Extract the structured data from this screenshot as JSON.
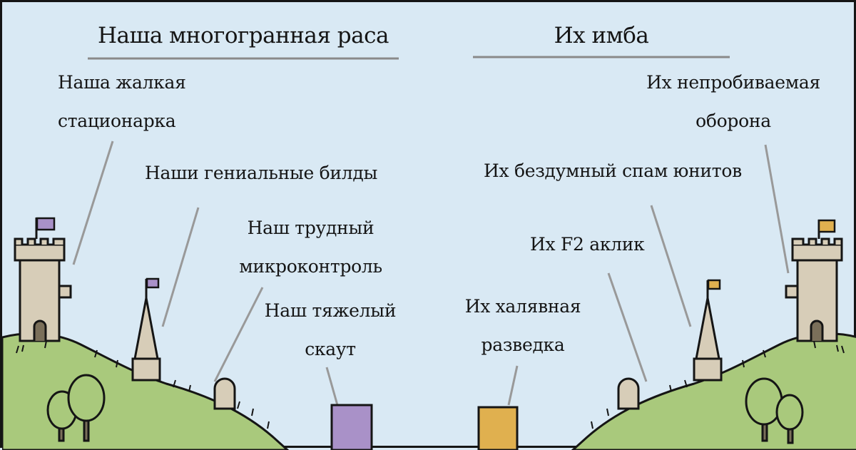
{
  "headings": {
    "left": "Наша многогранная раса",
    "right": "Их имба"
  },
  "left_labels": {
    "static_defense": [
      "Наша жалкая",
      "стационарка"
    ],
    "builds": "Наши гениальные билды",
    "micro": [
      "Наш трудный",
      "микроконтроль"
    ],
    "scout": [
      "Наш тяжелый",
      "скаут"
    ]
  },
  "right_labels": {
    "defense": [
      "Их непробиваемая",
      "оборона"
    ],
    "spam": "Их бездумный спам юнитов",
    "aclick": "Их F2 аклик",
    "scouting": [
      "Их халявная",
      "разведка"
    ]
  },
  "colors": {
    "sky": "#d9e9f4",
    "hill": "#a9c97c",
    "stone": "#d7cdb8",
    "left_flag": "#a991c8",
    "right_flag": "#e0b04f",
    "ink": "#151515"
  }
}
